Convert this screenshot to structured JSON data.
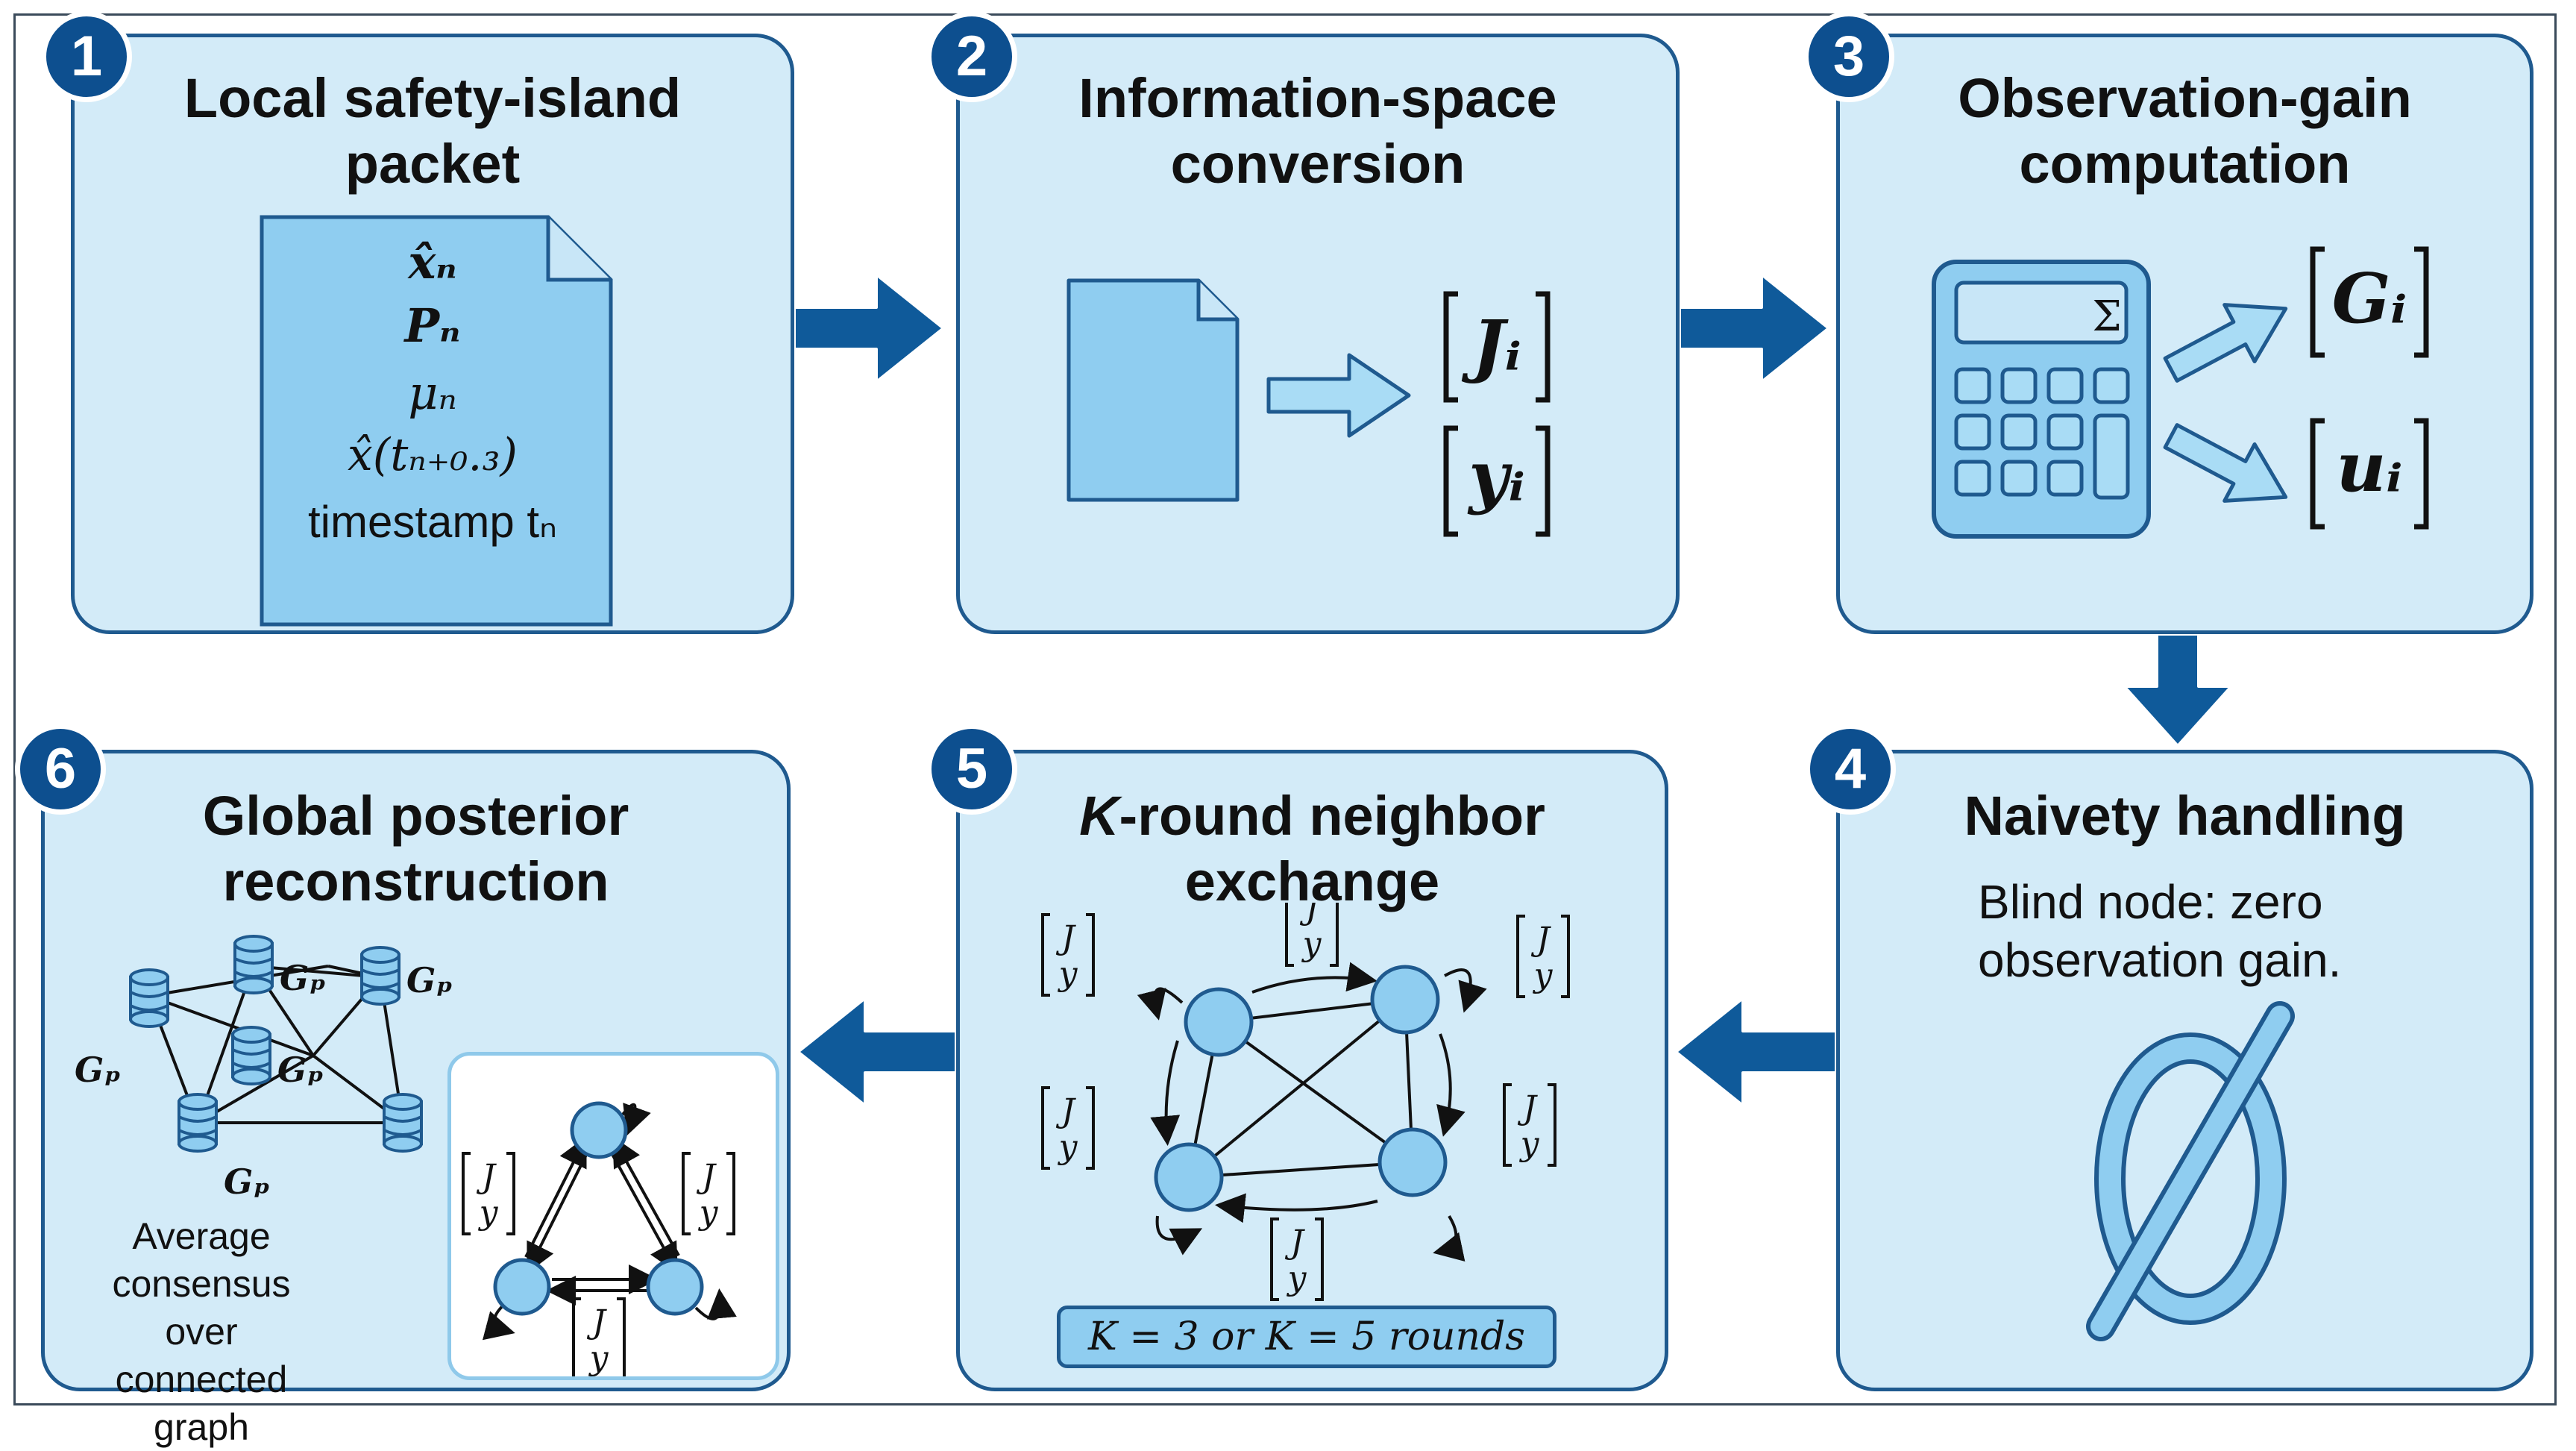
{
  "steps": [
    {
      "number": "1",
      "title_line1": "Local safety-island",
      "title_line2": "packet",
      "packet": [
        "x̂ₙ",
        "Pₙ",
        "μₙ",
        "x̂(tₙ₊₀.₃)",
        "timestamp tₙ"
      ]
    },
    {
      "number": "2",
      "title_line1": "Information-space",
      "title_line2": "conversion",
      "outputs": [
        "Jᵢ",
        "yᵢ"
      ]
    },
    {
      "number": "3",
      "title_line1": "Observation-gain",
      "title_line2": "computation",
      "calc_symbol": "Σ",
      "outputs": [
        "Gᵢ",
        "uᵢ"
      ]
    },
    {
      "number": "4",
      "title_line1": "Naivety handling",
      "desc_line1": "Blind node: zero",
      "desc_line2": "observation gain.",
      "symbol": "∅"
    },
    {
      "number": "5",
      "title_italic": "K",
      "title_line1_rest": "-round neighbor",
      "title_line2": "exchange",
      "vec_top": "J",
      "vec_bottom": "y",
      "rounds_label": "K = 3 or K = 5 rounds"
    },
    {
      "number": "6",
      "title_line1": "Global posterior",
      "title_line2": "reconstruction",
      "gain_label": "Gₚ",
      "caption_line1": "Average",
      "caption_line2": "consensus over",
      "caption_line3": "connected graph",
      "vec_top": "J",
      "vec_bottom": "y"
    }
  ],
  "colors": {
    "panel": "#d3ebf8",
    "border": "#1f5a8f",
    "accent": "#0d4f8f",
    "node": "#8fcdf0",
    "arrow": "#0f5a9a"
  }
}
